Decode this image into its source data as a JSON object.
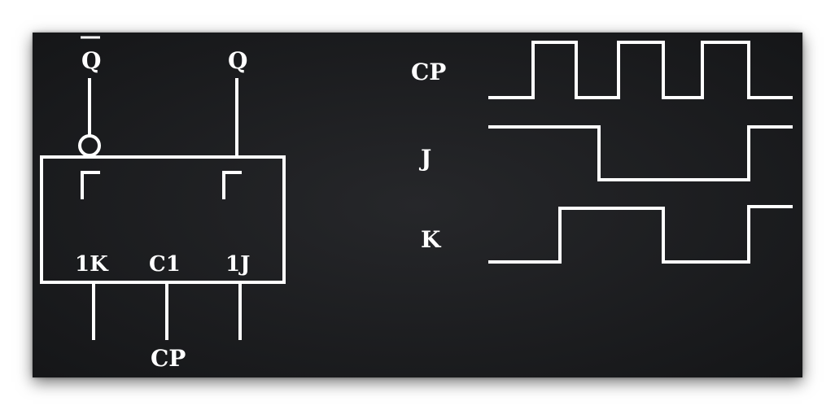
{
  "symbol": {
    "outputs": {
      "q_bar": "Q",
      "q": "Q"
    },
    "inputs": {
      "k": "1K",
      "clock": "C1",
      "j": "1J"
    },
    "clock_pin_label": "CP"
  },
  "waveforms": {
    "signals": [
      {
        "name": "CP",
        "levels": [
          0,
          1,
          0,
          1,
          0,
          1,
          0
        ]
      },
      {
        "name": "J",
        "levels": [
          1,
          0,
          1
        ]
      },
      {
        "name": "K",
        "levels": [
          0,
          1,
          0,
          1
        ]
      }
    ]
  }
}
